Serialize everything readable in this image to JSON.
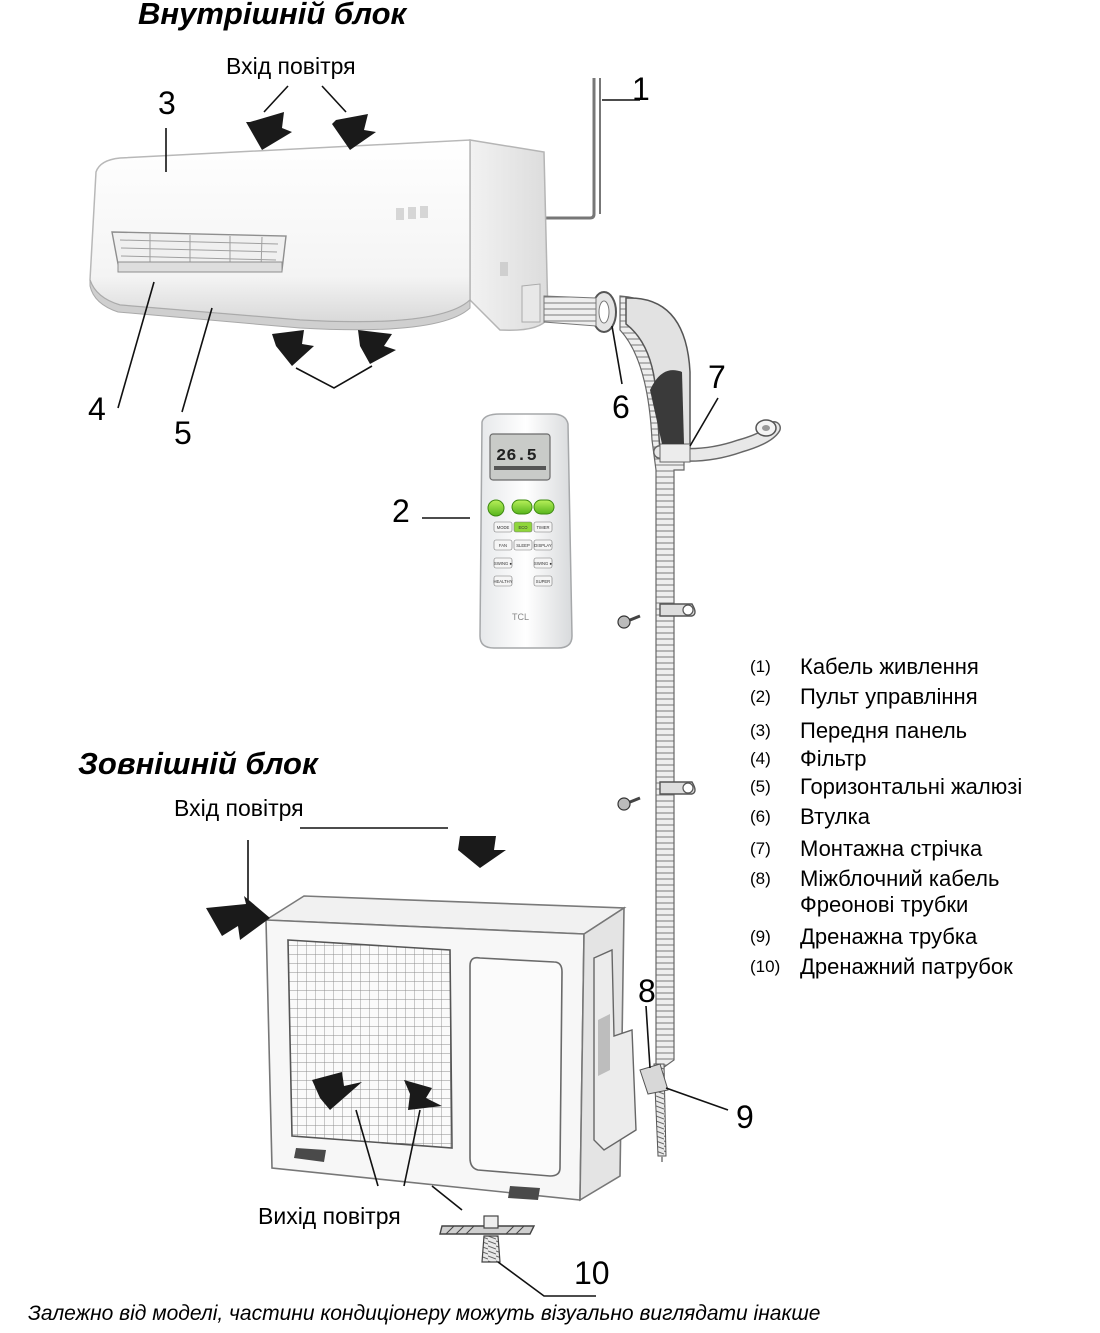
{
  "titles": {
    "indoor": "Внутрішній блок",
    "outdoor": "Зовнішній блок"
  },
  "air": {
    "indoor_intake": "Вхід повітря",
    "outdoor_intake": "Вхід повітря",
    "outdoor_exhaust": "Вихід повітря"
  },
  "callouts": [
    "1",
    "2",
    "3",
    "4",
    "5",
    "6",
    "7",
    "8",
    "9",
    "10"
  ],
  "remote": {
    "display": "26.5",
    "brand": "TCL",
    "buttons": [
      "MODE",
      "ECO",
      "TIMER",
      "FAN",
      "SLEEP",
      "DISPLAY",
      "SWING ●",
      "SWING ●",
      "HEALTHY",
      "SUPER"
    ]
  },
  "legend": [
    {
      "num": "(1)",
      "text": "Кабель живлення"
    },
    {
      "num": "(2)",
      "text": "Пульт управління"
    },
    {
      "num": "(3)",
      "text": "Передня панель"
    },
    {
      "num": "(4)",
      "text": "Фільтр"
    },
    {
      "num": "(5)",
      "text": "Горизонтальні жалюзі"
    },
    {
      "num": "(6)",
      "text": "Втулка"
    },
    {
      "num": "(7)",
      "text": "Монтажна стрічка"
    },
    {
      "num": "(8)",
      "text": "Міжблочний кабель"
    },
    {
      "num": "",
      "text": "Фреонові трубки"
    },
    {
      "num": "(9)",
      "text": "Дренажна трубка"
    },
    {
      "num": "(10)",
      "text": "Дренажний патрубок"
    }
  ],
  "footnote": "Залежно від моделі, частини кондиціонеру можуть візуально виглядати інакше"
}
